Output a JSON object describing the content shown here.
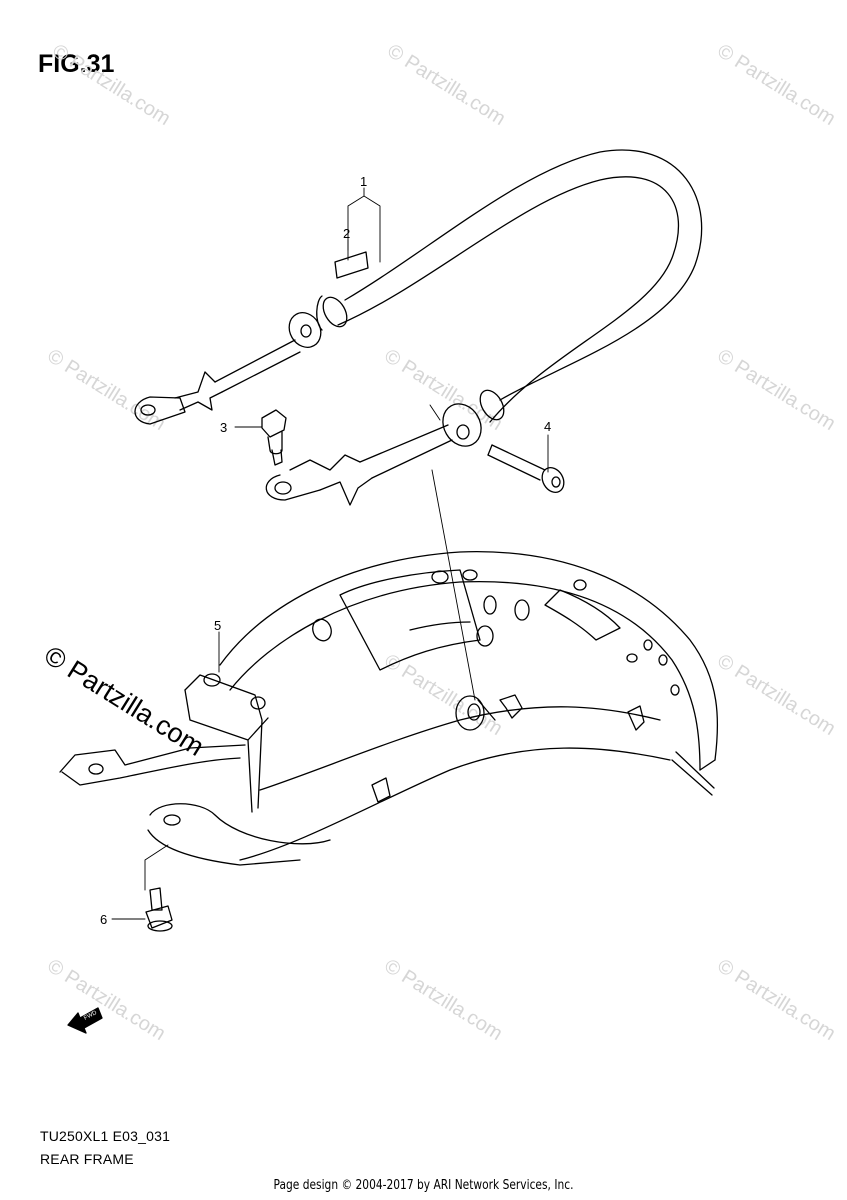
{
  "figure": {
    "title": "FIG.31"
  },
  "callouts": [
    {
      "id": "1",
      "text": "1"
    },
    {
      "id": "2",
      "text": "2"
    },
    {
      "id": "3",
      "text": "3"
    },
    {
      "id": "4",
      "text": "4"
    },
    {
      "id": "5",
      "text": "5"
    },
    {
      "id": "6",
      "text": "6"
    }
  ],
  "fwd_label": "FWD",
  "footer": {
    "diagram_code": "TU250XL1 E03_031",
    "diagram_name": "REAR FRAME",
    "credit": "Page design © 2004-2017 by ARI Network Services, Inc."
  },
  "watermark": {
    "text": "© Partzilla.com",
    "color": "#d6d6d6",
    "prominent_color": "#000000"
  }
}
